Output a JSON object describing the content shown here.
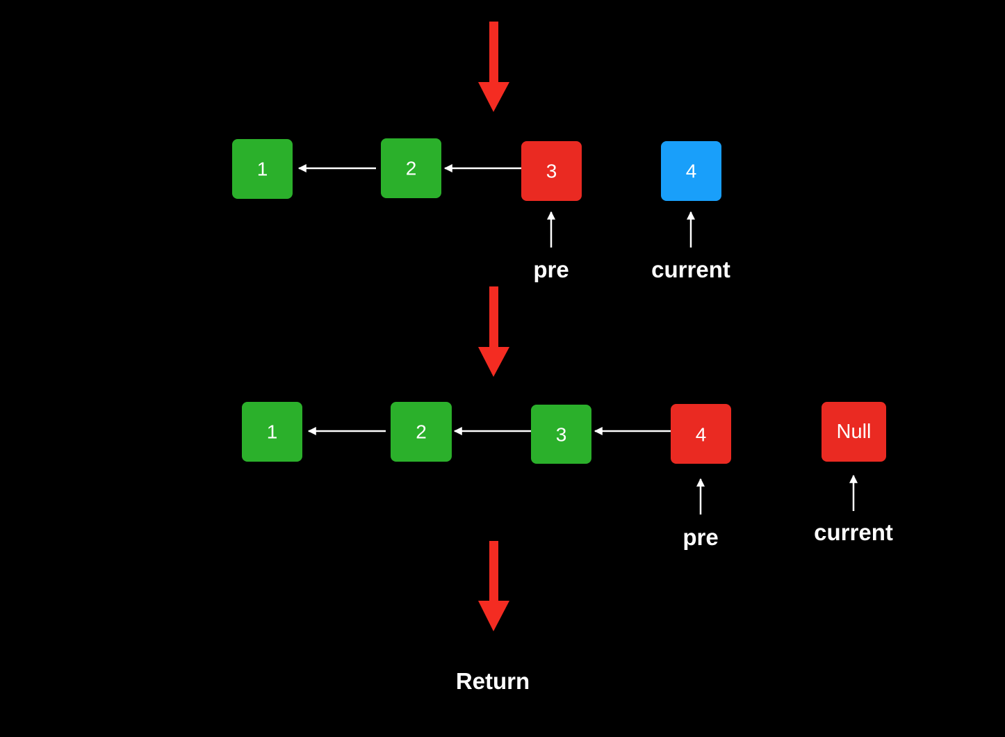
{
  "colors": {
    "background": "#000000",
    "green": "#2bb02b",
    "red": "#ea2a22",
    "blue": "#199ffa",
    "flow_arrow": "#f42c22",
    "link_arrow": "#ffffff",
    "text": "#ffffff"
  },
  "step1": {
    "nodes": [
      {
        "label": "1",
        "color": "green"
      },
      {
        "label": "2",
        "color": "green"
      },
      {
        "label": "3",
        "color": "red"
      },
      {
        "label": "4",
        "color": "blue"
      }
    ],
    "pointers": {
      "pre": "pre",
      "current": "current"
    }
  },
  "step2": {
    "nodes": [
      {
        "label": "1",
        "color": "green"
      },
      {
        "label": "2",
        "color": "green"
      },
      {
        "label": "3",
        "color": "green"
      },
      {
        "label": "4",
        "color": "red"
      },
      {
        "label": "Null",
        "color": "red"
      }
    ],
    "pointers": {
      "pre": "pre",
      "current": "current"
    }
  },
  "final": {
    "label": "Return"
  }
}
